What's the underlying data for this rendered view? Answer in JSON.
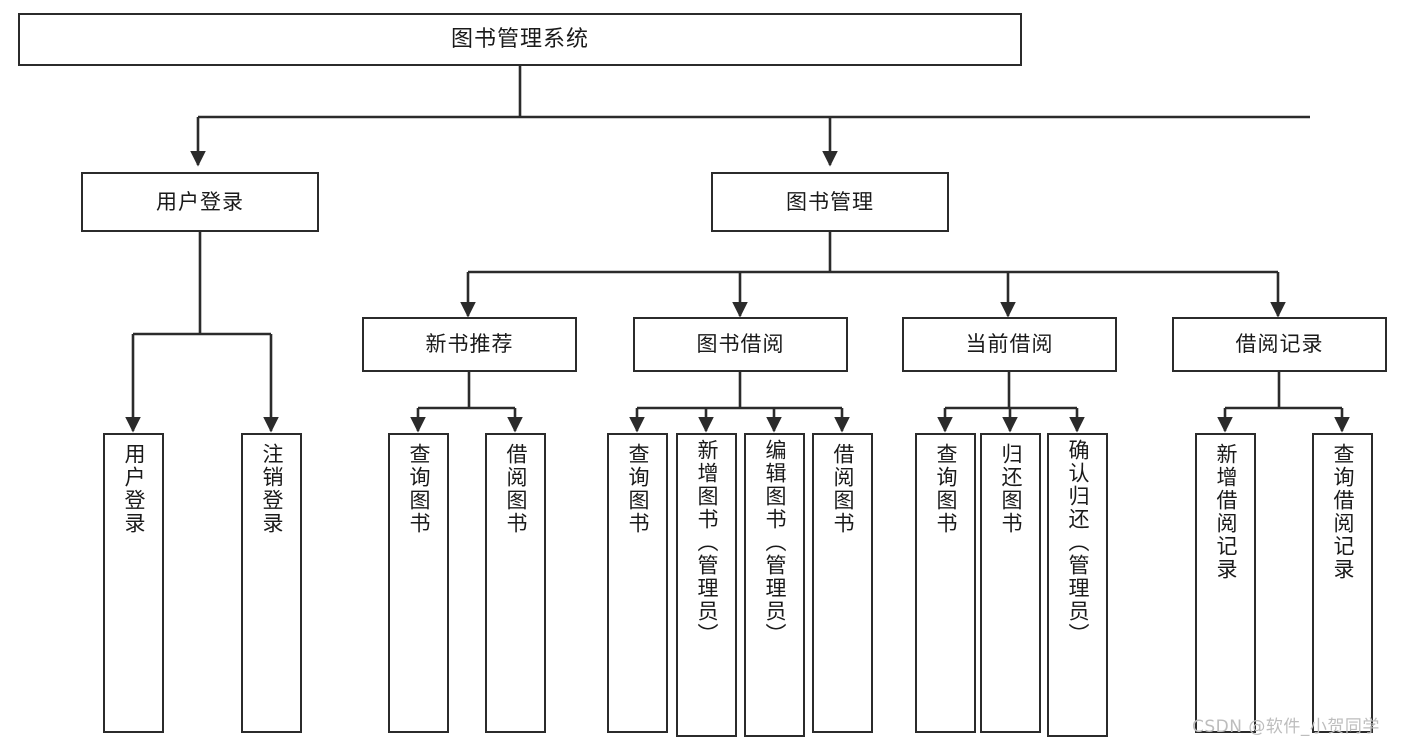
{
  "diagram": {
    "title": "图书管理系统",
    "type": "hierarchy-tree",
    "root": {
      "label": "图书管理系统"
    },
    "level2": [
      {
        "label": "用户登录"
      },
      {
        "label": "图书管理"
      }
    ],
    "level3": [
      {
        "label": "新书推荐"
      },
      {
        "label": "图书借阅"
      },
      {
        "label": "当前借阅"
      },
      {
        "label": "借阅记录"
      }
    ],
    "leaves": {
      "user_login": [
        {
          "label": "用户登录"
        },
        {
          "label": "注销登录"
        }
      ],
      "new_book_recommend": [
        {
          "label": "查询图书"
        },
        {
          "label": "借阅图书"
        }
      ],
      "book_borrow": [
        {
          "label": "查询图书"
        },
        {
          "label": "新增图书（管理员）"
        },
        {
          "label": "编辑图书（管理员）"
        },
        {
          "label": "借阅图书"
        }
      ],
      "current_borrow": [
        {
          "label": "查询图书"
        },
        {
          "label": "归还图书"
        },
        {
          "label": "确认归还（管理员）"
        }
      ],
      "borrow_record": [
        {
          "label": "新增借阅记录"
        },
        {
          "label": "查询借阅记录"
        }
      ]
    },
    "watermark": "CSDN @软件_小贺同学",
    "colors": {
      "border": "#2b2b2b",
      "text": "#1a1a1a",
      "background": "#ffffff",
      "watermark": "#bdbdbd"
    }
  }
}
